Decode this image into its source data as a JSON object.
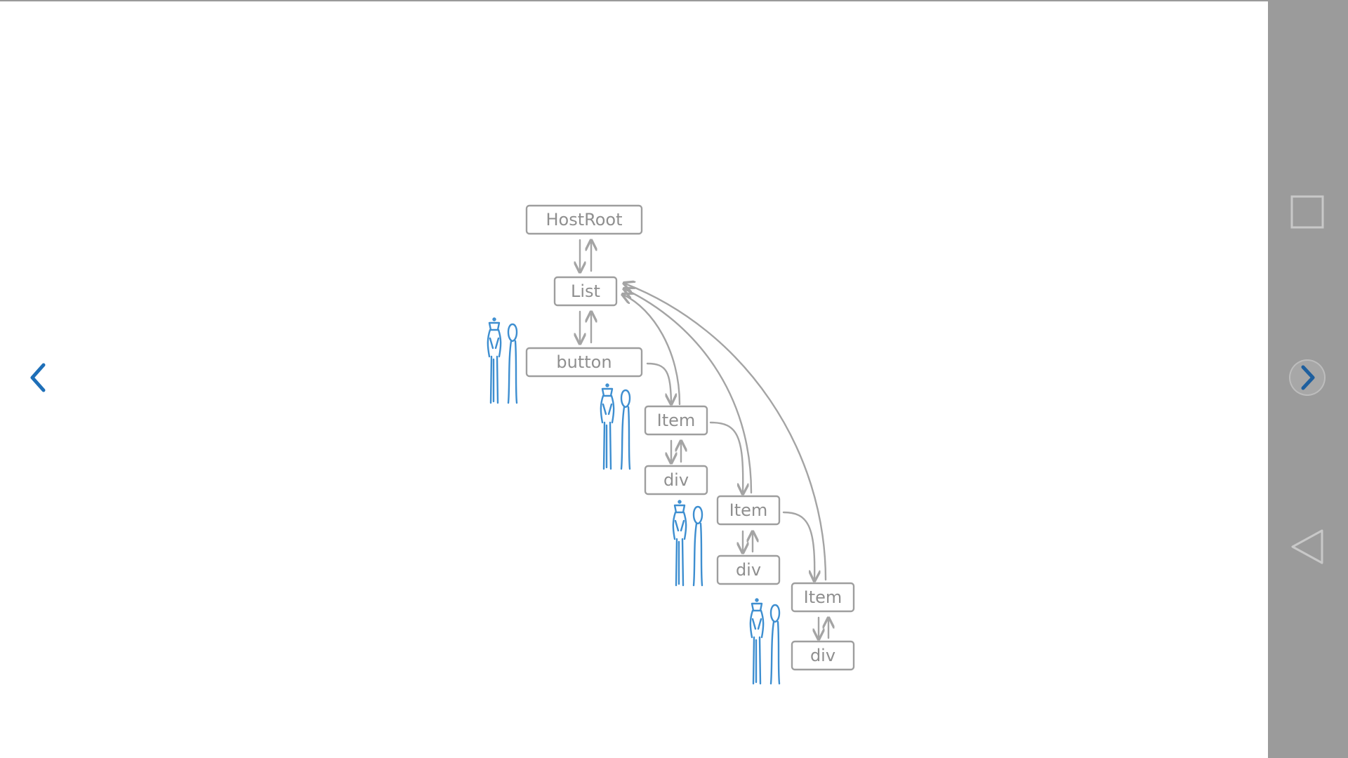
{
  "diagram": {
    "nodes": {
      "host_root": "HostRoot",
      "list": "List",
      "button": "button",
      "item_1": "Item",
      "div_1": "div",
      "item_2": "Item",
      "div_2": "div",
      "item_3": "Item",
      "div_3": "div"
    }
  },
  "navigation": {
    "prev_icon": "chevron-left-icon",
    "next_icon": "chevron-right-icon",
    "recents_icon": "square-icon",
    "back_icon": "triangle-back-icon"
  },
  "colors": {
    "accent": "#1e6fb8",
    "node_stroke": "#9e9e9e",
    "figure_stroke": "#3d8ed0",
    "nav_bar": "#9b9b9b"
  }
}
